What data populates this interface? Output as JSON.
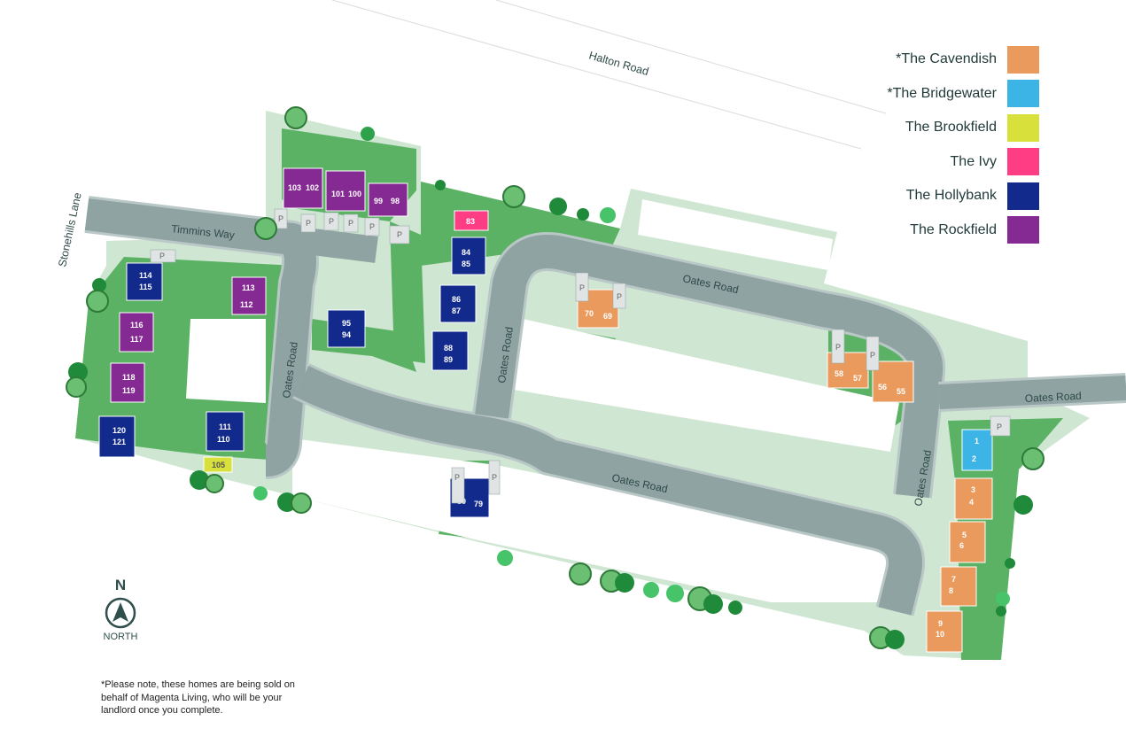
{
  "roads": {
    "halton": "Halton Road",
    "stonehills": "Stonehills Lane",
    "timmins": "Timmins Way",
    "oates_north": "Oates Road",
    "oates_east": "Oates Road",
    "oates_south": "Oates Road",
    "oates_west1": "Oates Road",
    "oates_west2": "Oates Road",
    "oates_east_vert": "Oates Road"
  },
  "legend": [
    {
      "label": "*The Cavendish",
      "color": "#ea9a5c"
    },
    {
      "label": "*The Bridgewater",
      "color": "#3cb4e6"
    },
    {
      "label": "The Brookfield",
      "color": "#d8e03c"
    },
    {
      "label": "The Ivy",
      "color": "#ff3d84"
    },
    {
      "label": "The Hollybank",
      "color": "#122a8c"
    },
    {
      "label": "The Rockfield",
      "color": "#852a93"
    }
  ],
  "north": {
    "letter": "N",
    "label": "NORTH"
  },
  "note": "*Please note, these homes are being sold on behalf of Magenta Living, who will be your landlord once you complete.",
  "parking_label": "P",
  "plots": [
    {
      "number": "103",
      "type": "Rockfield"
    },
    {
      "number": "102",
      "type": "Rockfield"
    },
    {
      "number": "101",
      "type": "Rockfield"
    },
    {
      "number": "100",
      "type": "Rockfield"
    },
    {
      "number": "99",
      "type": "Rockfield"
    },
    {
      "number": "98",
      "type": "Rockfield"
    },
    {
      "number": "83",
      "type": "Ivy"
    },
    {
      "number": "84",
      "type": "Hollybank"
    },
    {
      "number": "85",
      "type": "Hollybank"
    },
    {
      "number": "86",
      "type": "Hollybank"
    },
    {
      "number": "87",
      "type": "Hollybank"
    },
    {
      "number": "88",
      "type": "Hollybank"
    },
    {
      "number": "89",
      "type": "Hollybank"
    },
    {
      "number": "95",
      "type": "Hollybank"
    },
    {
      "number": "94",
      "type": "Hollybank"
    },
    {
      "number": "114",
      "type": "Hollybank"
    },
    {
      "number": "115",
      "type": "Hollybank"
    },
    {
      "number": "113",
      "type": "Rockfield"
    },
    {
      "number": "112",
      "type": "Rockfield"
    },
    {
      "number": "116",
      "type": "Rockfield"
    },
    {
      "number": "117",
      "type": "Rockfield"
    },
    {
      "number": "118",
      "type": "Rockfield"
    },
    {
      "number": "119",
      "type": "Rockfield"
    },
    {
      "number": "120",
      "type": "Hollybank"
    },
    {
      "number": "121",
      "type": "Hollybank"
    },
    {
      "number": "111",
      "type": "Hollybank"
    },
    {
      "number": "110",
      "type": "Hollybank"
    },
    {
      "number": "105",
      "type": "Brookfield"
    },
    {
      "number": "80",
      "type": "Hollybank"
    },
    {
      "number": "79",
      "type": "Hollybank"
    },
    {
      "number": "70",
      "type": "Cavendish"
    },
    {
      "number": "69",
      "type": "Cavendish"
    },
    {
      "number": "58",
      "type": "Cavendish"
    },
    {
      "number": "57",
      "type": "Cavendish"
    },
    {
      "number": "56",
      "type": "Cavendish"
    },
    {
      "number": "55",
      "type": "Cavendish"
    },
    {
      "number": "1",
      "type": "Bridgewater"
    },
    {
      "number": "2",
      "type": "Bridgewater"
    },
    {
      "number": "3",
      "type": "Cavendish"
    },
    {
      "number": "4",
      "type": "Cavendish"
    },
    {
      "number": "5",
      "type": "Cavendish"
    },
    {
      "number": "6",
      "type": "Cavendish"
    },
    {
      "number": "7",
      "type": "Cavendish"
    },
    {
      "number": "8",
      "type": "Cavendish"
    },
    {
      "number": "9",
      "type": "Cavendish"
    },
    {
      "number": "10",
      "type": "Cavendish"
    }
  ]
}
